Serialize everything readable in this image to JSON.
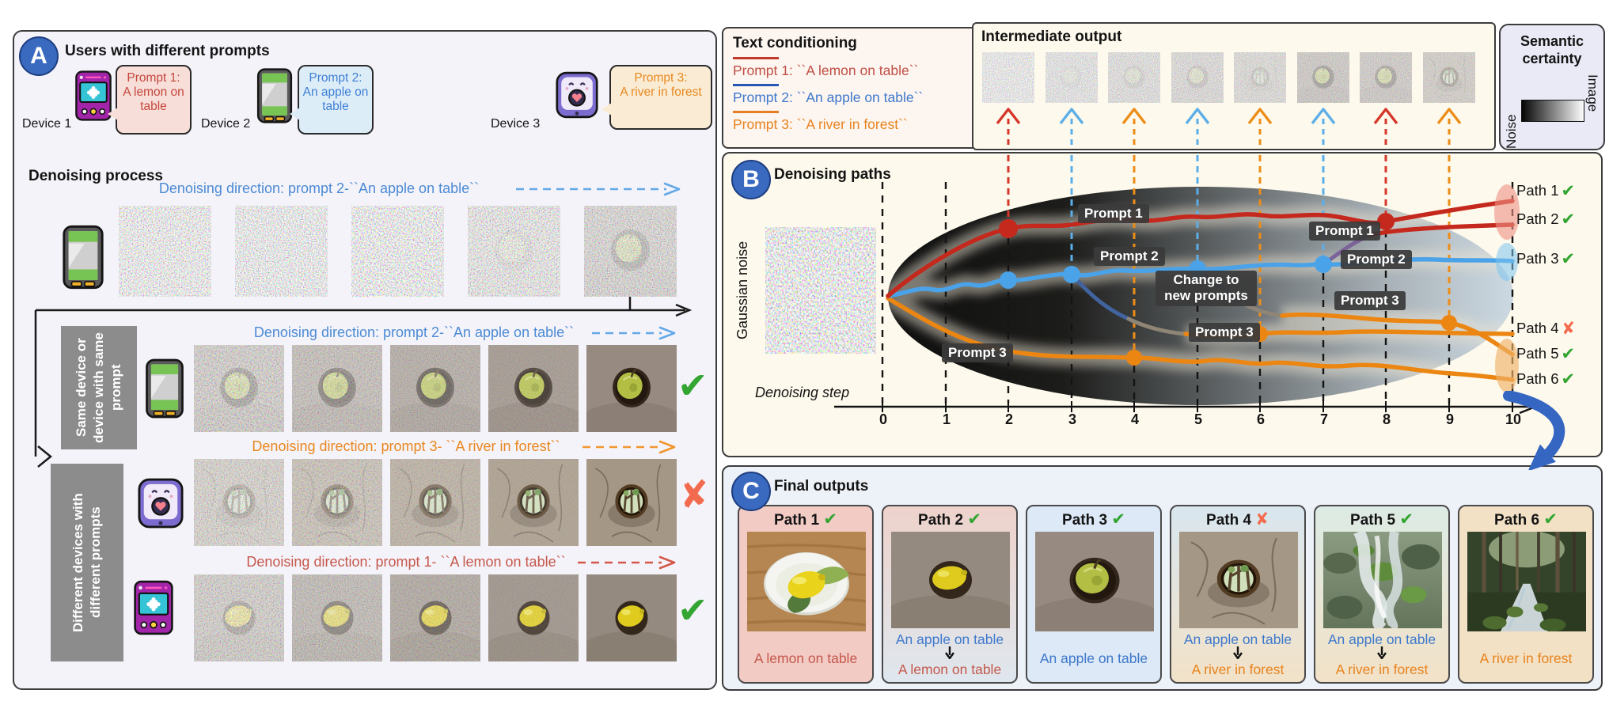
{
  "colors": {
    "prompt1_red": "#c5584b",
    "prompt2_blue": "#3e78cc",
    "prompt3_orange": "#e8831d",
    "path_red": "#c5281c",
    "path_blue": "#4aa2e8",
    "path_orange": "#ec8612",
    "check_green": "#33a532",
    "cross_orange_red": "#f26b4e",
    "badge_blue": "#3a6abf"
  },
  "panelA": {
    "badge": "A",
    "title": "Users with different prompts",
    "devices": [
      {
        "label": "Device 1",
        "prompt_title": "Prompt 1:",
        "prompt_body": "A lemon on table"
      },
      {
        "label": "Device 2",
        "prompt_title": "Prompt 2:",
        "prompt_body": "An apple on table"
      },
      {
        "label": "Device 3",
        "prompt_title": "Prompt 3:",
        "prompt_body": "A river in forest"
      }
    ],
    "process_title": "Denoising process",
    "rows": [
      {
        "direction": "Denoising direction: prompt 2-``An apple on table``"
      },
      {
        "direction": "Denoising direction: prompt 2-``An apple on table``",
        "mark": "✔"
      },
      {
        "direction": "Denoising direction: prompt 3- ``A river in forest``",
        "mark": "✘"
      },
      {
        "direction": "Denoising direction: prompt 1- ``A lemon on table``",
        "mark": "✔"
      }
    ],
    "group_labels": [
      "Same device or device with same prompt",
      "Different devices with different prompts"
    ]
  },
  "text_conditioning": {
    "title": "Text conditioning",
    "items": [
      "Prompt 1: ``A lemon on table``",
      "Prompt 2: ``An apple on table``",
      "Prompt 3: ``A river in forest``"
    ]
  },
  "intermediate_output": {
    "title": "Intermediate output"
  },
  "semantic_certainty": {
    "title": "Semantic certainty",
    "low_label": "Noise",
    "high_label": "Image"
  },
  "panelB": {
    "badge": "B",
    "title": "Denoising paths",
    "noise_label": "Gaussian noise",
    "axis_label": "Denoising step",
    "ticks": [
      "0",
      "1",
      "2",
      "3",
      "4",
      "5",
      "6",
      "7",
      "8",
      "9",
      "10"
    ],
    "tags": {
      "prompt1": "Prompt 1",
      "prompt2": "Prompt 2",
      "prompt3": "Prompt 3",
      "change": "Change to new prompts"
    },
    "paths": [
      {
        "label": "Path 1",
        "mark": "✔"
      },
      {
        "label": "Path 2",
        "mark": "✔"
      },
      {
        "label": "Path 3",
        "mark": "✔"
      },
      {
        "label": "Path 4",
        "mark": "✘"
      },
      {
        "label": "Path 5",
        "mark": "✔"
      },
      {
        "label": "Path 6",
        "mark": "✔"
      }
    ]
  },
  "panelC": {
    "badge": "C",
    "title": "Final outputs",
    "cards": [
      {
        "title": "Path 1",
        "mark": "✔",
        "caption1": "A lemon on table"
      },
      {
        "title": "Path 2",
        "mark": "✔",
        "caption1": "An apple on table",
        "caption2": "A lemon on table"
      },
      {
        "title": "Path 3",
        "mark": "✔",
        "caption1": "An apple on table"
      },
      {
        "title": "Path 4",
        "mark": "✘",
        "caption1": "An apple on table",
        "caption2": "A river in forest"
      },
      {
        "title": "Path 5",
        "mark": "✔",
        "caption1": "An apple on table",
        "caption2": "A river in forest"
      },
      {
        "title": "Path 6",
        "mark": "✔",
        "caption1": "A river in forest"
      }
    ]
  }
}
